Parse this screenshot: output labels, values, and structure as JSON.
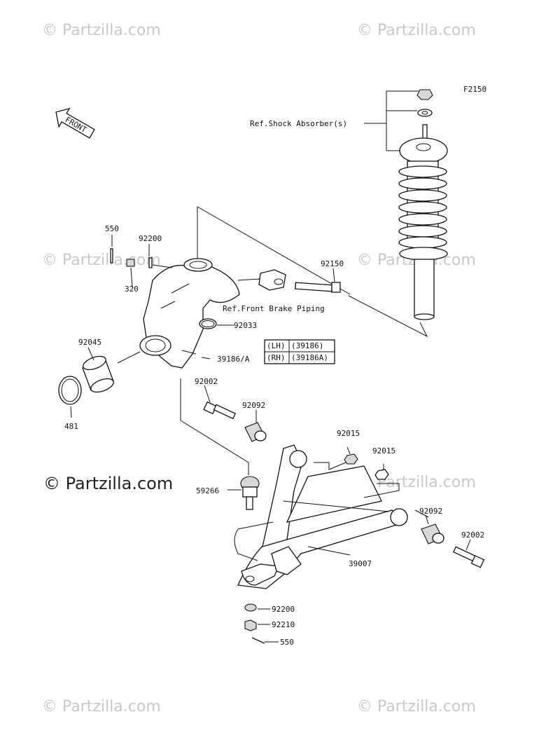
{
  "watermarks": {
    "text": "© Partzilla.com",
    "main": "© Partzilla.com"
  },
  "figure_code": "F2150",
  "front_label": "FRONT",
  "refs": {
    "shock": "Ref.Shock Absorber(s)",
    "brake": "Ref.Front Brake Piping"
  },
  "variant_table": {
    "rows": [
      {
        "side": "(LH)",
        "part": "(39186)"
      },
      {
        "side": "(RH)",
        "part": "(39186A)"
      }
    ]
  },
  "callouts": {
    "p550a": "550",
    "p92200a": "92200",
    "p320": "320",
    "p92150": "92150",
    "p92033": "92033",
    "p92045": "92045",
    "p39186": "39186/A",
    "p481": "481",
    "p92002a": "92002",
    "p92092a": "92092",
    "p92015a": "92015",
    "p92015b": "92015",
    "p59266": "59266",
    "p92092b": "92092",
    "p92002b": "92002",
    "p39007": "39007",
    "p92200b": "92200",
    "p92210": "92210",
    "p550b": "550"
  }
}
